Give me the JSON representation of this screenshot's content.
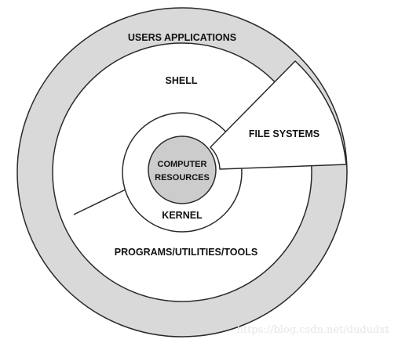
{
  "diagram": {
    "labels": {
      "users_applications": "USERS APPLICATIONS",
      "shell": "SHELL",
      "file_systems": "FILE SYSTEMS",
      "computer": "COMPUTER",
      "resources": "RESOURCES",
      "kernel": "KERNEL",
      "programs": "PROGRAMS/UTILITIES/TOOLS"
    },
    "watermark": "https://blog.csdn.net/dududxt",
    "colors": {
      "ring_fill": "#d9d9d9",
      "core_fill": "#cccccc",
      "white": "#ffffff",
      "stroke": "#2a2a2a",
      "watermark": "#e6e6e6"
    }
  }
}
